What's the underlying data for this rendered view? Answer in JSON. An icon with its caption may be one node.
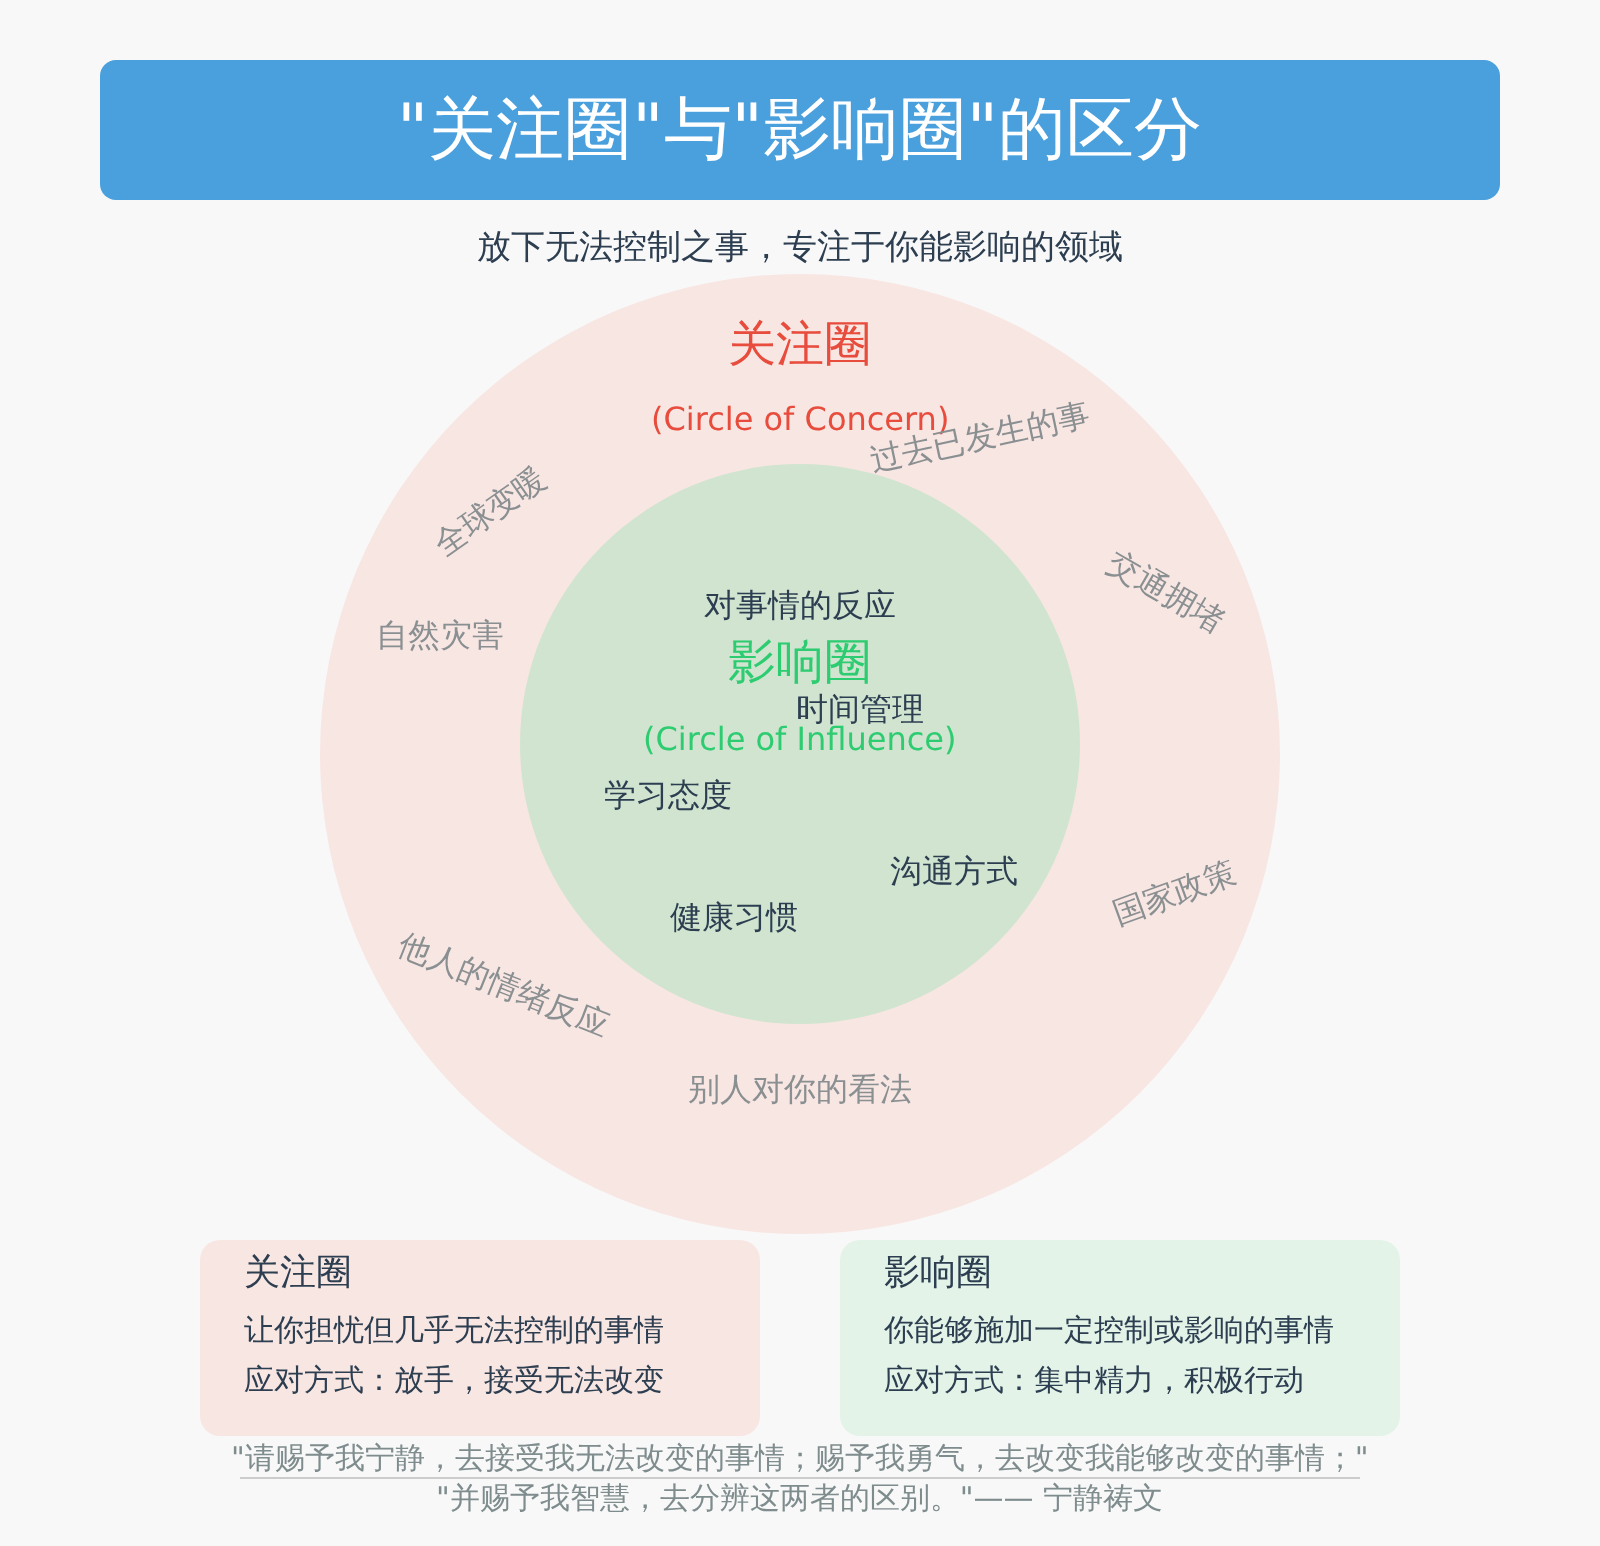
{
  "diagram": {
    "title": "\"关注圈\"与\"影响圈\"的区分",
    "nodes": [
      {
        "text": [
          "关注圈",
          "(Circle of Concern)",
          "过去已发生的事",
          "全球变暖",
          "交通拥堵",
          "自然灾害",
          "国家政策",
          "他人的情绪反应",
          "别人对你的看法"
        ]
      },
      {
        "text": [
          "对事情的反应",
          "影响圈",
          "时间管理",
          "(Circle of Influence)",
          "学习态度",
          "沟通方式",
          "健康习惯"
        ],
        "in": 0
      },
      {
        "text": [
          "关注圈",
          "让你担忧但几乎无法控制的事情",
          "应对方式：放手，接受无法改变"
        ]
      },
      {
        "text": [
          "影响圈",
          "你能够施加一定控制或影响的事情",
          "应对方式：集中精力，积极行动"
        ]
      }
    ],
    "labels": [
      "放下无法控制之事，专注于你能影响的领域",
      "\"请赐予我宁静，去接受我无法改变的事情；赐予我勇气，去改变我能够改变的事情；\"",
      "\"并赐予我智慧，去分辨这两者的区别。\"—— 宁静祷文"
    ]
  }
}
